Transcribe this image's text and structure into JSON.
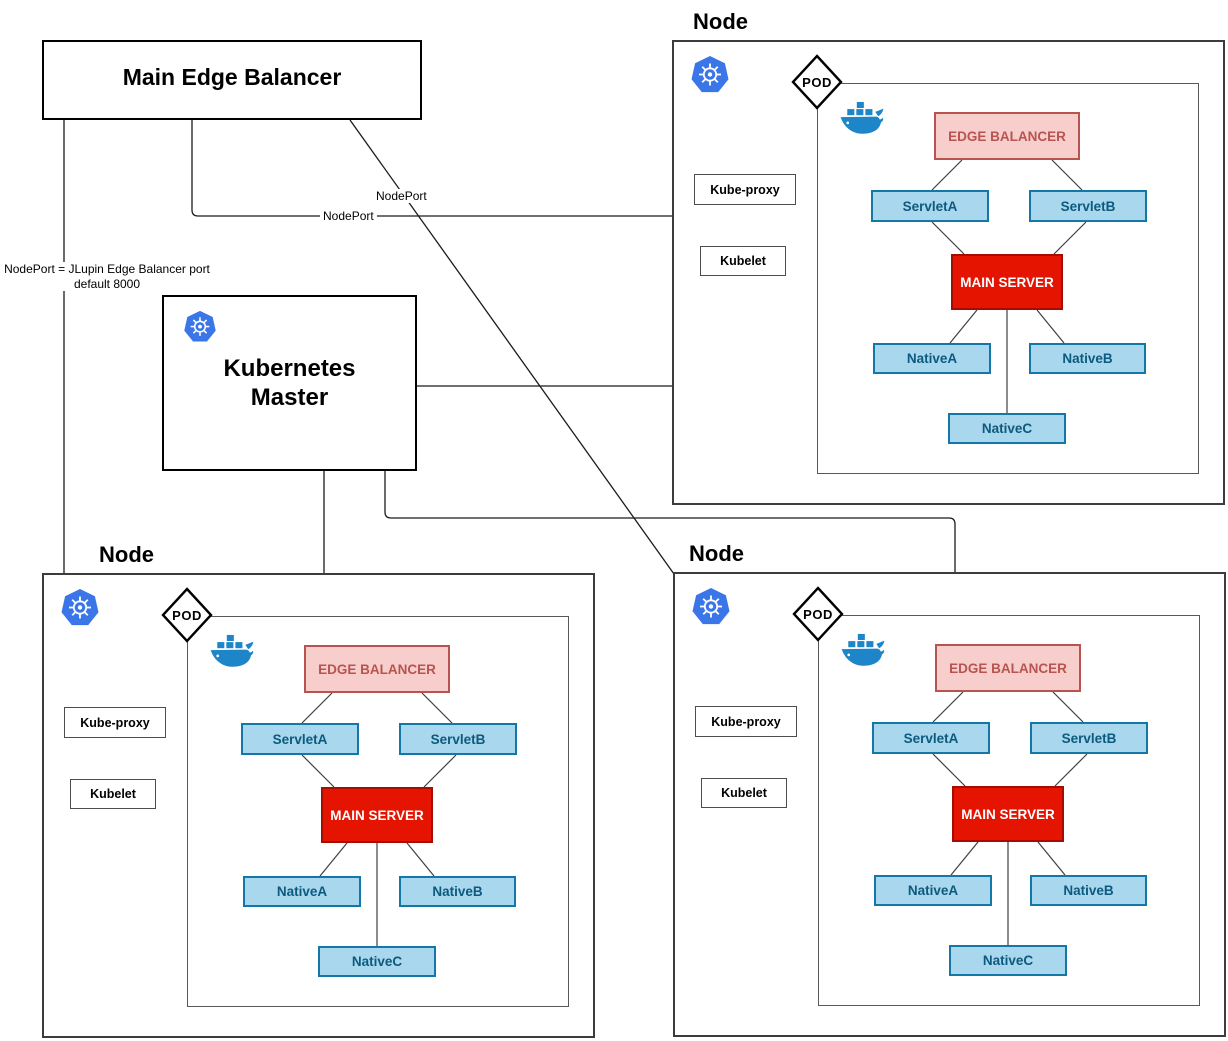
{
  "main_edge_balancer": {
    "label": "Main Edge Balancer"
  },
  "kubernetes_master": {
    "line1": "Kubernetes",
    "line2": "Master"
  },
  "connection_labels": {
    "nodeport_horizontal": "NodePort",
    "nodeport_diagonal": "NodePort",
    "note_line1": "NodePort = JLupin Edge Balancer port",
    "note_line2": "default 8000"
  },
  "nodes": [
    {
      "title": "Node",
      "placement": "tr",
      "pod_label": "POD",
      "kube_proxy_label": "Kube-proxy",
      "kubelet_label": "Kubelet",
      "edge_balancer_label": "EDGE BALANCER",
      "servlet_a_label": "ServletA",
      "servlet_b_label": "ServletB",
      "main_server_label": "MAIN SERVER",
      "native_a_label": "NativeA",
      "native_b_label": "NativeB",
      "native_c_label": "NativeC"
    },
    {
      "title": "Node",
      "placement": "bl",
      "pod_label": "POD",
      "kube_proxy_label": "Kube-proxy",
      "kubelet_label": "Kubelet",
      "edge_balancer_label": "EDGE BALANCER",
      "servlet_a_label": "ServletA",
      "servlet_b_label": "ServletB",
      "main_server_label": "MAIN SERVER",
      "native_a_label": "NativeA",
      "native_b_label": "NativeB",
      "native_c_label": "NativeC"
    },
    {
      "title": "Node",
      "placement": "br",
      "pod_label": "POD",
      "kube_proxy_label": "Kube-proxy",
      "kubelet_label": "Kubelet",
      "edge_balancer_label": "EDGE BALANCER",
      "servlet_a_label": "ServletA",
      "servlet_b_label": "ServletB",
      "main_server_label": "MAIN SERVER",
      "native_a_label": "NativeA",
      "native_b_label": "NativeB",
      "native_c_label": "NativeC"
    }
  ],
  "icons": {
    "kubernetes": "kubernetes-helm-wheel",
    "docker": "docker-whale",
    "pod": "pod-diamond"
  },
  "colors": {
    "edge_balancer_fill": "#f8cecc",
    "edge_balancer_border": "#b85450",
    "servlet_native_fill": "#a8d7ee",
    "servlet_native_border": "#1378a8",
    "servlet_native_text": "#0c5a7d",
    "main_server_fill": "#e41400",
    "main_server_border": "#a50d00",
    "main_server_text": "#ffffff",
    "kubernetes_blue": "#3b76e8",
    "docker_blue": "#1e86c8"
  }
}
